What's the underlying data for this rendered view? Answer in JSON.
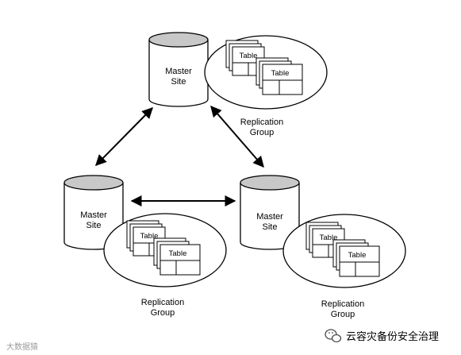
{
  "diagram": {
    "sites": [
      {
        "label_line1": "Master",
        "label_line2": "Site",
        "group_line1": "Replication",
        "group_line2": "Group",
        "table_back": "Table",
        "table_front": "Table"
      },
      {
        "label_line1": "Master",
        "label_line2": "Site",
        "group_line1": "Replication",
        "group_line2": "Group",
        "table_back": "Table",
        "table_front": "Table"
      },
      {
        "label_line1": "Master",
        "label_line2": "Site",
        "group_line1": "Replication",
        "group_line2": "Group",
        "table_back": "Table",
        "table_front": "Table"
      }
    ],
    "connections": [
      "top-to-left",
      "top-to-right",
      "left-to-right"
    ]
  },
  "watermarks": {
    "bottom_right": "云容灾备份安全治理",
    "bottom_left": "大数据猿"
  },
  "colors": {
    "cylinder_top": "#c8c8c8",
    "stroke": "#000000",
    "background": "#ffffff",
    "wechat_icon": "#4a4a4a"
  }
}
